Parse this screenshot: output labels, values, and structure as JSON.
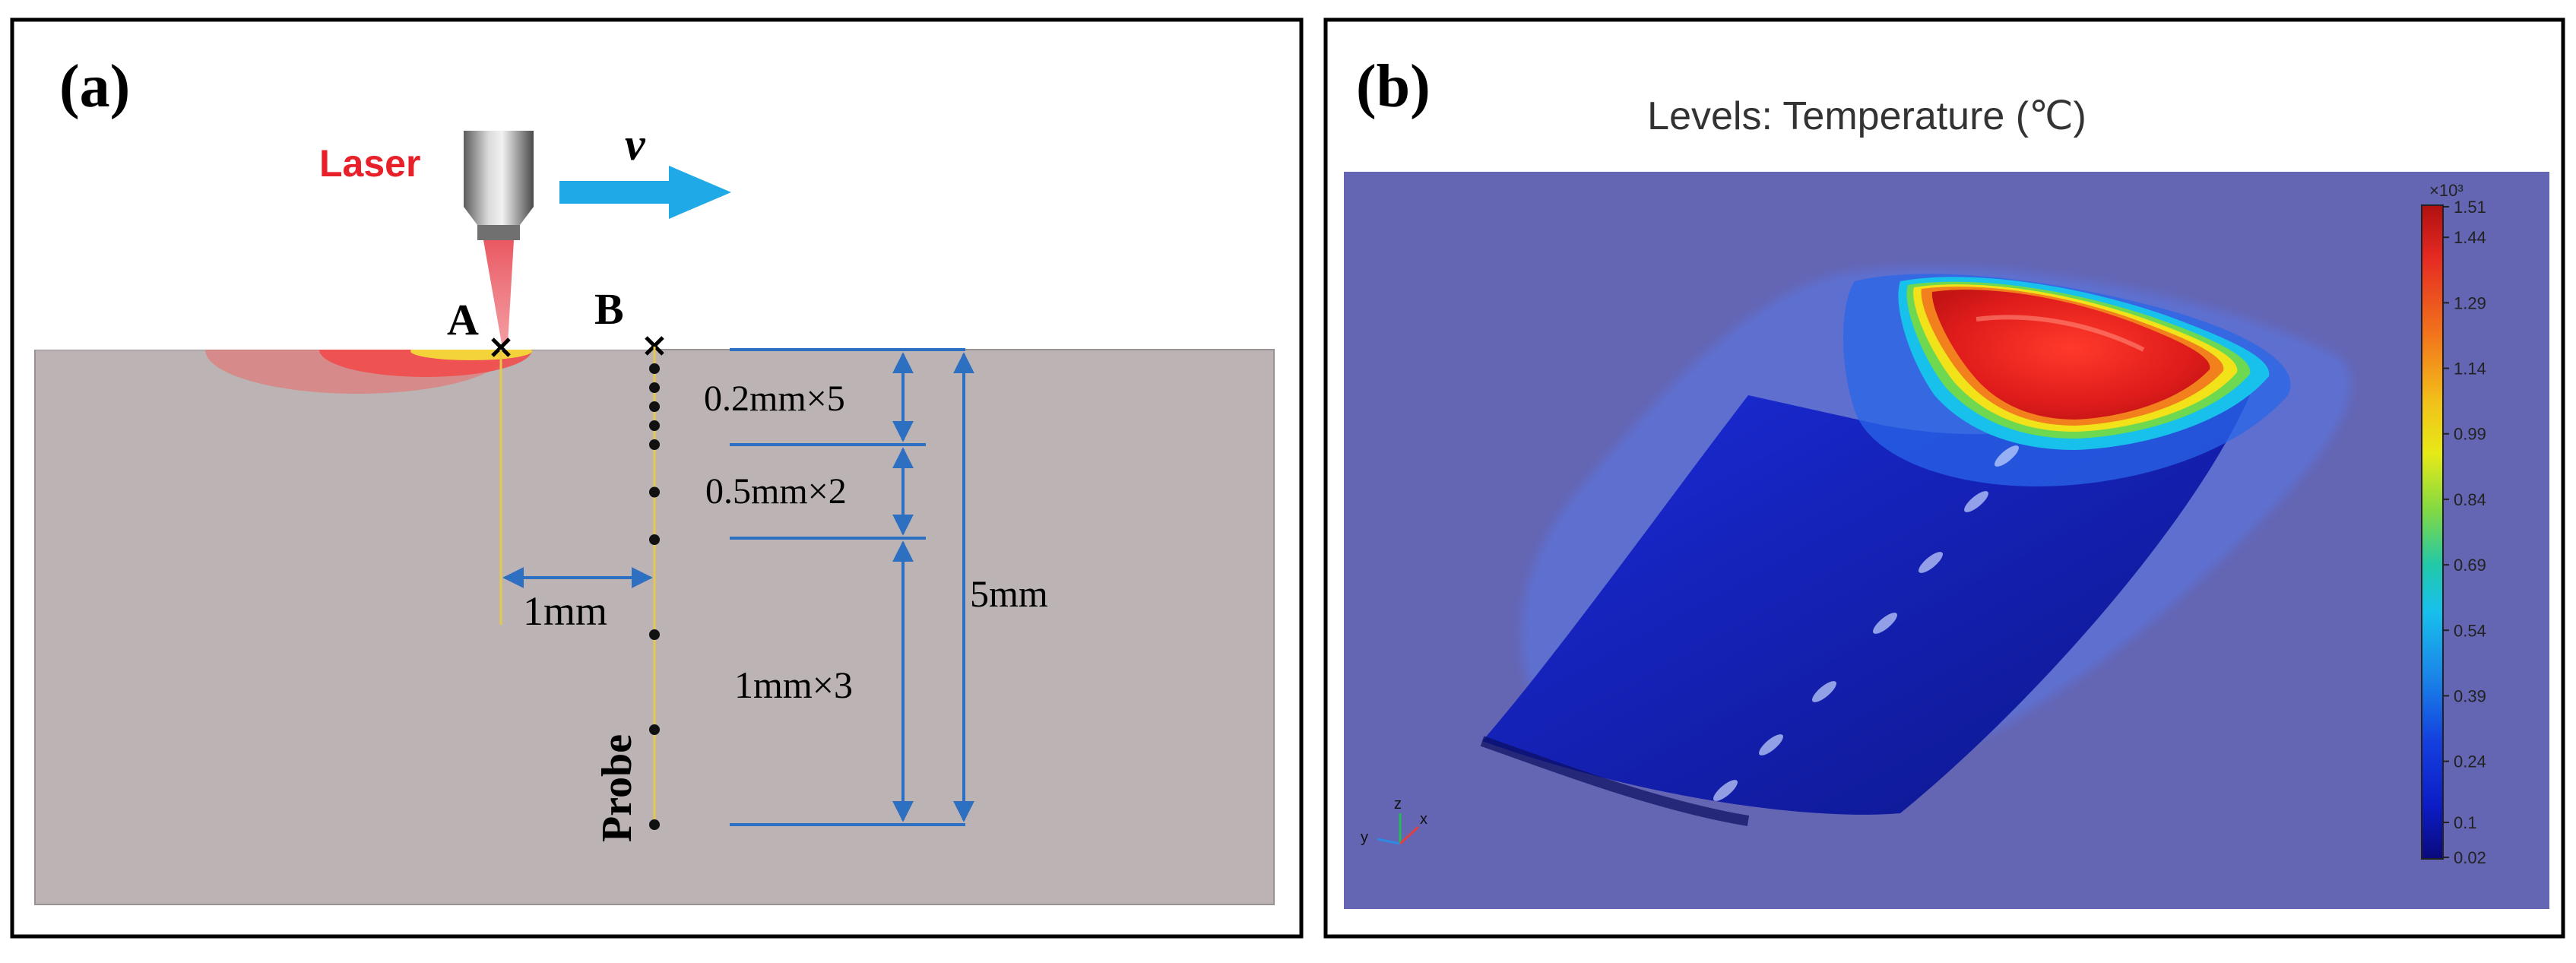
{
  "panel_a": {
    "label": "(a)",
    "laser_label": "Laser",
    "velocity_label": "v",
    "point_a_label": "A",
    "point_b_label": "B",
    "probe_label": "Probe",
    "offset_label": "1mm",
    "segment_1_label": "0.2mm×5",
    "segment_2_label": "0.5mm×2",
    "segment_3_label": "1mm×3",
    "total_depth_label": "5mm",
    "colors": {
      "laser_text": "#e8202a",
      "arrow": "#1fa9e6",
      "dimension": "#2d6fc0",
      "substrate": "#bcb4b4",
      "probe_line": "#e6c84a"
    }
  },
  "panel_b": {
    "label": "(b)",
    "title": "Levels: Temperature (℃)",
    "colorbar": {
      "exponent": "×10³",
      "ticks": [
        "1.51",
        "1.44",
        "1.29",
        "1.14",
        "0.99",
        "0.84",
        "0.69",
        "0.54",
        "0.39",
        "0.24",
        "0.1",
        "0.02"
      ],
      "colors": [
        "#c81818",
        "#e62a22",
        "#f26a1a",
        "#f2b21a",
        "#e8e816",
        "#8fdc3a",
        "#2ec89a",
        "#18c8e6",
        "#1890e6",
        "#1446e0",
        "#0c1ec8",
        "#0a0a86"
      ]
    },
    "axis_triad": {
      "x": "x",
      "y": "y",
      "z": "z"
    },
    "colors": {
      "background": "#6466b4",
      "hot": "#e41e1e"
    }
  }
}
